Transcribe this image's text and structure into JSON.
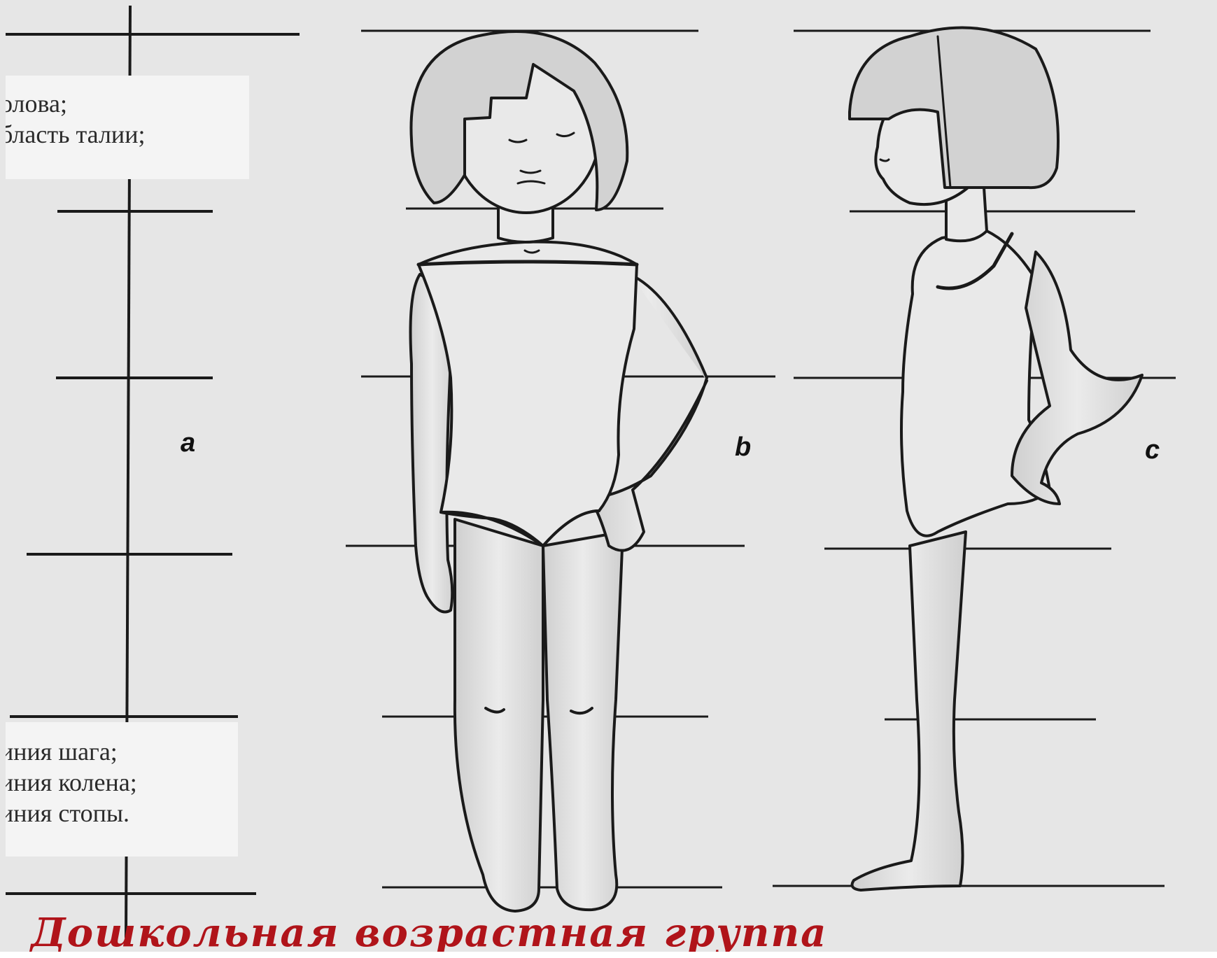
{
  "legend_top": {
    "items": [
      "олова;",
      "бласть талии;"
    ]
  },
  "legend_bottom": {
    "items": [
      "иния шага;",
      "иния колена;",
      "иния стопы."
    ]
  },
  "figure_labels": {
    "a": "a",
    "b": "b",
    "c": "c"
  },
  "caption": "Дошкольная возрастная группа",
  "colors": {
    "background": "#e6e6e6",
    "line": "#1a1a1a",
    "caption": "#b0141a",
    "legend_bg": "#f4f4f4"
  }
}
